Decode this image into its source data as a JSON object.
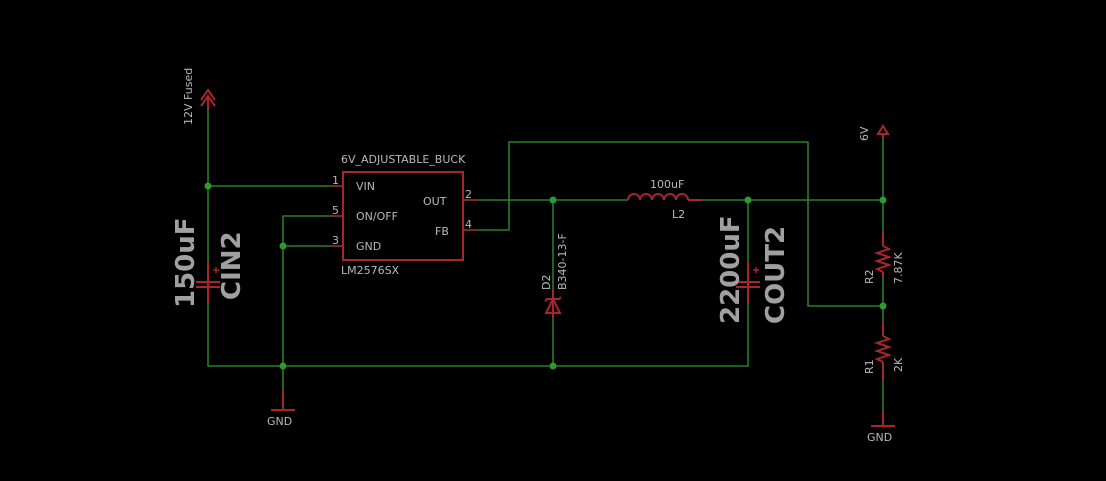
{
  "schematic": {
    "supply_in": {
      "label": "12V Fused"
    },
    "supply_out": {
      "label": "6V"
    },
    "ic": {
      "name": "6V_ADJUSTABLE_BUCK",
      "value": "LM2576SX",
      "pins": [
        {
          "num": "1",
          "name": "VIN"
        },
        {
          "num": "5",
          "name": "ON/OFF"
        },
        {
          "num": "3",
          "name": "GND"
        },
        {
          "num": "2",
          "name": "OUT"
        },
        {
          "num": "4",
          "name": "FB"
        }
      ]
    },
    "cin": {
      "name": "CIN2",
      "value": "150uF"
    },
    "cout": {
      "name": "COUT2",
      "value": "2200uF"
    },
    "diode": {
      "name": "D2",
      "value": "B340-13-F"
    },
    "inductor": {
      "name": "L2",
      "value": "100uF"
    },
    "r1": {
      "name": "R1",
      "value": "2K"
    },
    "r2": {
      "name": "R2",
      "value": "7.87K"
    },
    "gnd1": {
      "label": "GND"
    },
    "gnd2": {
      "label": "GND"
    },
    "colors": {
      "wire": "#2e9a2e",
      "symbol": "#a8262a",
      "text": "#b8b8b8",
      "background": "#000000"
    }
  }
}
